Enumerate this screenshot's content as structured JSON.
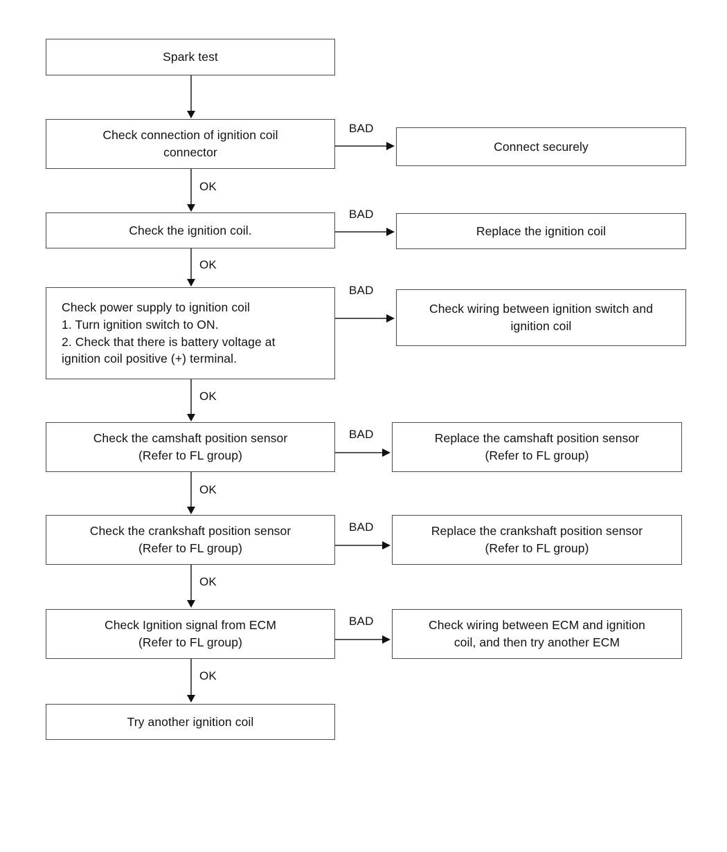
{
  "diagram": {
    "title": "Ignition coil / spark diagnostic flowchart",
    "type": "flowchart",
    "orientation": "top-to-bottom with branch-right failure paths",
    "colors": {
      "box_border": "#4a4a4a",
      "connector": "#555555",
      "arrow_head": "#111111",
      "text": "#121212",
      "background": "#ffffff"
    },
    "labels": {
      "ok": "OK",
      "bad": "BAD"
    },
    "main_steps": [
      {
        "id": "step-spark-test",
        "text": "Spark test"
      },
      {
        "id": "step-check-connector",
        "text": "Check connection of ignition coil\nconnector"
      },
      {
        "id": "step-check-coil",
        "text": "Check the ignition coil."
      },
      {
        "id": "step-check-power-supply",
        "text": "Check power supply to ignition coil\n1. Turn ignition switch to ON.\n2. Check that there is battery voltage at\n    ignition coil positive (+) terminal."
      },
      {
        "id": "step-check-camshaft-sensor",
        "text": "Check the camshaft position sensor\n(Refer to FL group)"
      },
      {
        "id": "step-check-crankshaft-sensor",
        "text": "Check the crankshaft position sensor\n(Refer to FL group)"
      },
      {
        "id": "step-check-ignition-signal",
        "text": "Check Ignition signal from ECM\n(Refer to FL group)"
      },
      {
        "id": "step-try-another-coil",
        "text": "Try another ignition coil"
      }
    ],
    "bad_outcomes": [
      {
        "id": "outcome-connect-securely",
        "text": "Connect securely"
      },
      {
        "id": "outcome-replace-coil",
        "text": "Replace the ignition coil"
      },
      {
        "id": "outcome-check-wiring-switch",
        "text": "Check wiring between ignition switch and\nignition coil"
      },
      {
        "id": "outcome-replace-camshaft-sensor",
        "text": "Replace the camshaft position sensor\n(Refer to FL group)"
      },
      {
        "id": "outcome-replace-crankshaft-sensor",
        "text": "Replace the crankshaft position sensor\n(Refer to FL group)"
      },
      {
        "id": "outcome-check-wiring-ecm",
        "text": "Check wiring between ECM and ignition\ncoil, and then try another ECM"
      }
    ],
    "ok_labels": [
      "OK",
      "OK",
      "OK",
      "OK",
      "OK",
      "OK"
    ],
    "bad_labels": [
      "BAD",
      "BAD",
      "BAD",
      "BAD",
      "BAD",
      "BAD"
    ]
  }
}
